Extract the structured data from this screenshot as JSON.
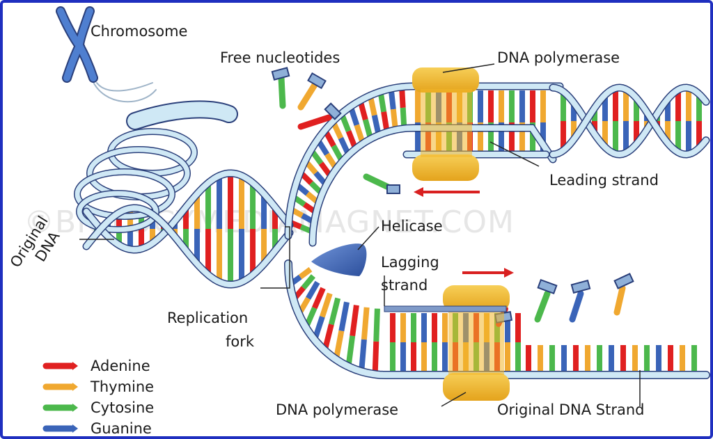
{
  "labels": {
    "chromosome": "Chromosome",
    "free_nucleotides": "Free nucleotides",
    "dna_polymerase_top": "DNA polymerase",
    "leading_strand": "Leading strand",
    "original_dna_line1": "Original",
    "original_dna_line2": "DNA",
    "helicase": "Helicase",
    "lagging_strand_line1": "Lagging",
    "lagging_strand_line2": "strand",
    "replication_fork_line1": "Replication",
    "replication_fork_line2": "fork",
    "dna_polymerase_bottom": "DNA polymerase",
    "original_dna_strand": "Original DNA Strand"
  },
  "watermark": "©BIOLOGYMEDIAMAGNET.COM",
  "legend": [
    {
      "name": "Adenine",
      "color": "#e02020"
    },
    {
      "name": "Thymine",
      "color": "#f0a830"
    },
    {
      "name": "Cytosine",
      "color": "#4cb84c"
    },
    {
      "name": "Guanine",
      "color": "#3a64b8"
    }
  ],
  "colors": {
    "backbone": "#cfe8f5",
    "backbone_edge": "#2a3f7a",
    "polymerase": "#f2b72a",
    "helicase": "#3b62b5",
    "arrow": "#d92020",
    "chromosome": "#3a64b8",
    "frame": "#1f2fbf"
  }
}
